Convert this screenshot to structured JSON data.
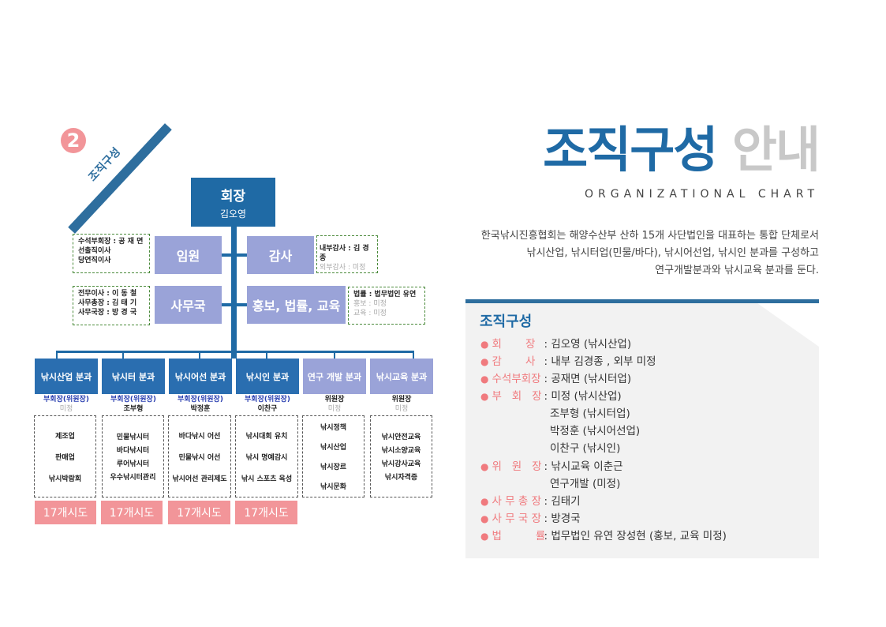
{
  "side_tag": {
    "number": "2",
    "label": "조직구성"
  },
  "heading": {
    "title_dark": "조직구성",
    "title_light": "안내",
    "subtitle": "ORGANIZATIONAL CHART"
  },
  "intro": [
    "한국낚시진흥협회는 해양수산부 산하 15개 사단법인을 대표하는 통합 단체로서",
    "낚시산업, 낚시터업(민물/바다), 낚시어선업, 낚시인 분과를 구성하고",
    "연구개발분과와 낚시교육 분과를 둔다."
  ],
  "chart": {
    "president": {
      "title": "회장",
      "name": "김오영"
    },
    "executives": {
      "label": "임원",
      "notes": [
        "수석부회장 : 공 재 면",
        "선출직이사",
        "당연직이사"
      ]
    },
    "audit": {
      "label": "감사",
      "notes": [
        "내부감사 : 김 경 종"
      ],
      "notes_gray": [
        "외부감사 : 미정"
      ]
    },
    "secretariat": {
      "label": "사무국",
      "notes": [
        "전무이사 : 이 동 철",
        "사무총장 : 김 태 기",
        "사무국장 : 방 경 국"
      ]
    },
    "pr": {
      "label": "홍보, 법률, 교육",
      "notes": [
        "법률 :  법무법인 유연"
      ],
      "notes_gray": [
        "홍보 : 미정",
        "교육 : 미정"
      ]
    },
    "divisions": [
      {
        "name": "낚시산업 분과",
        "vice_label": "부회장(위원장)",
        "vice_name": "미정",
        "vice_gray": true,
        "items": [
          "제조업",
          "판매업",
          "낚시박람회"
        ],
        "region": "17개시도"
      },
      {
        "name": "낚시터 분과",
        "vice_label": "부회장(위원장)",
        "vice_name": "조부형",
        "vice_gray": false,
        "items": [
          "민물낚시터",
          "바다낚시터",
          "루어낚시터",
          "우수낚시터관리"
        ],
        "region": "17개시도"
      },
      {
        "name": "낚시어선 분과",
        "vice_label": "부회장(위원장)",
        "vice_name": "박정훈",
        "vice_gray": false,
        "items": [
          "바다낚시 어선",
          "민물낚시 어선",
          "낚시어선 관리제도"
        ],
        "region": "17개시도"
      },
      {
        "name": "낚시인 분과",
        "vice_label": "부회장(위원장)",
        "vice_name": "이찬구",
        "vice_gray": false,
        "items": [
          "낚시대회 유치",
          "낚시 명예감시",
          "낚시 스포츠 육성"
        ],
        "region": "17개시도"
      },
      {
        "name": "연구 개발 분과",
        "vice_label": "위원장",
        "vice_name": "미정",
        "vice_gray": true,
        "items": [
          "낚시정책",
          "낚시산업",
          "낚시장르",
          "낚시문화"
        ],
        "region": ""
      },
      {
        "name": "낚시교육  분과",
        "vice_label": "위원장",
        "vice_name": "미정",
        "vice_gray": true,
        "items": [
          "낚시안전교육",
          "낚시소양교육",
          "낚시강사교육",
          "낚시자격증"
        ],
        "region": ""
      }
    ]
  },
  "panel": {
    "title": "조직구성",
    "rows": [
      {
        "label": "회       장",
        "value": ": 김오영 (낚시산업)"
      },
      {
        "label": "감       사",
        "value": ": 내부 김경종 , 외부 미정"
      },
      {
        "label": "수석부회장",
        "value": ": 공재면 (낚시터업)"
      },
      {
        "label": "부   회   장",
        "value": ": 미정 (낚시산업)"
      },
      {
        "label": "",
        "value": "조부형 (낚시터업)"
      },
      {
        "label": "",
        "value": "박정훈 (낚시어선업)"
      },
      {
        "label": "",
        "value": "이찬구 (낚시인)"
      },
      {
        "label": "위   원   장",
        "value": ":  낚시교육 이춘근"
      },
      {
        "label": "",
        "value": " 연구개발 (미정)"
      },
      {
        "label": "사 무 총 장",
        "value": ": 김태기"
      },
      {
        "label": "사 무 국 장",
        "value": ": 방경국"
      },
      {
        "label": "법          률",
        "value": ": 법무법인 유연 장성현 (홍보, 교육 미정)"
      }
    ]
  },
  "colors": {
    "primary": "#1f6aa5",
    "light": "#9aa3d8",
    "accent": "#f29599",
    "title_gray": "#c8c8c8"
  }
}
